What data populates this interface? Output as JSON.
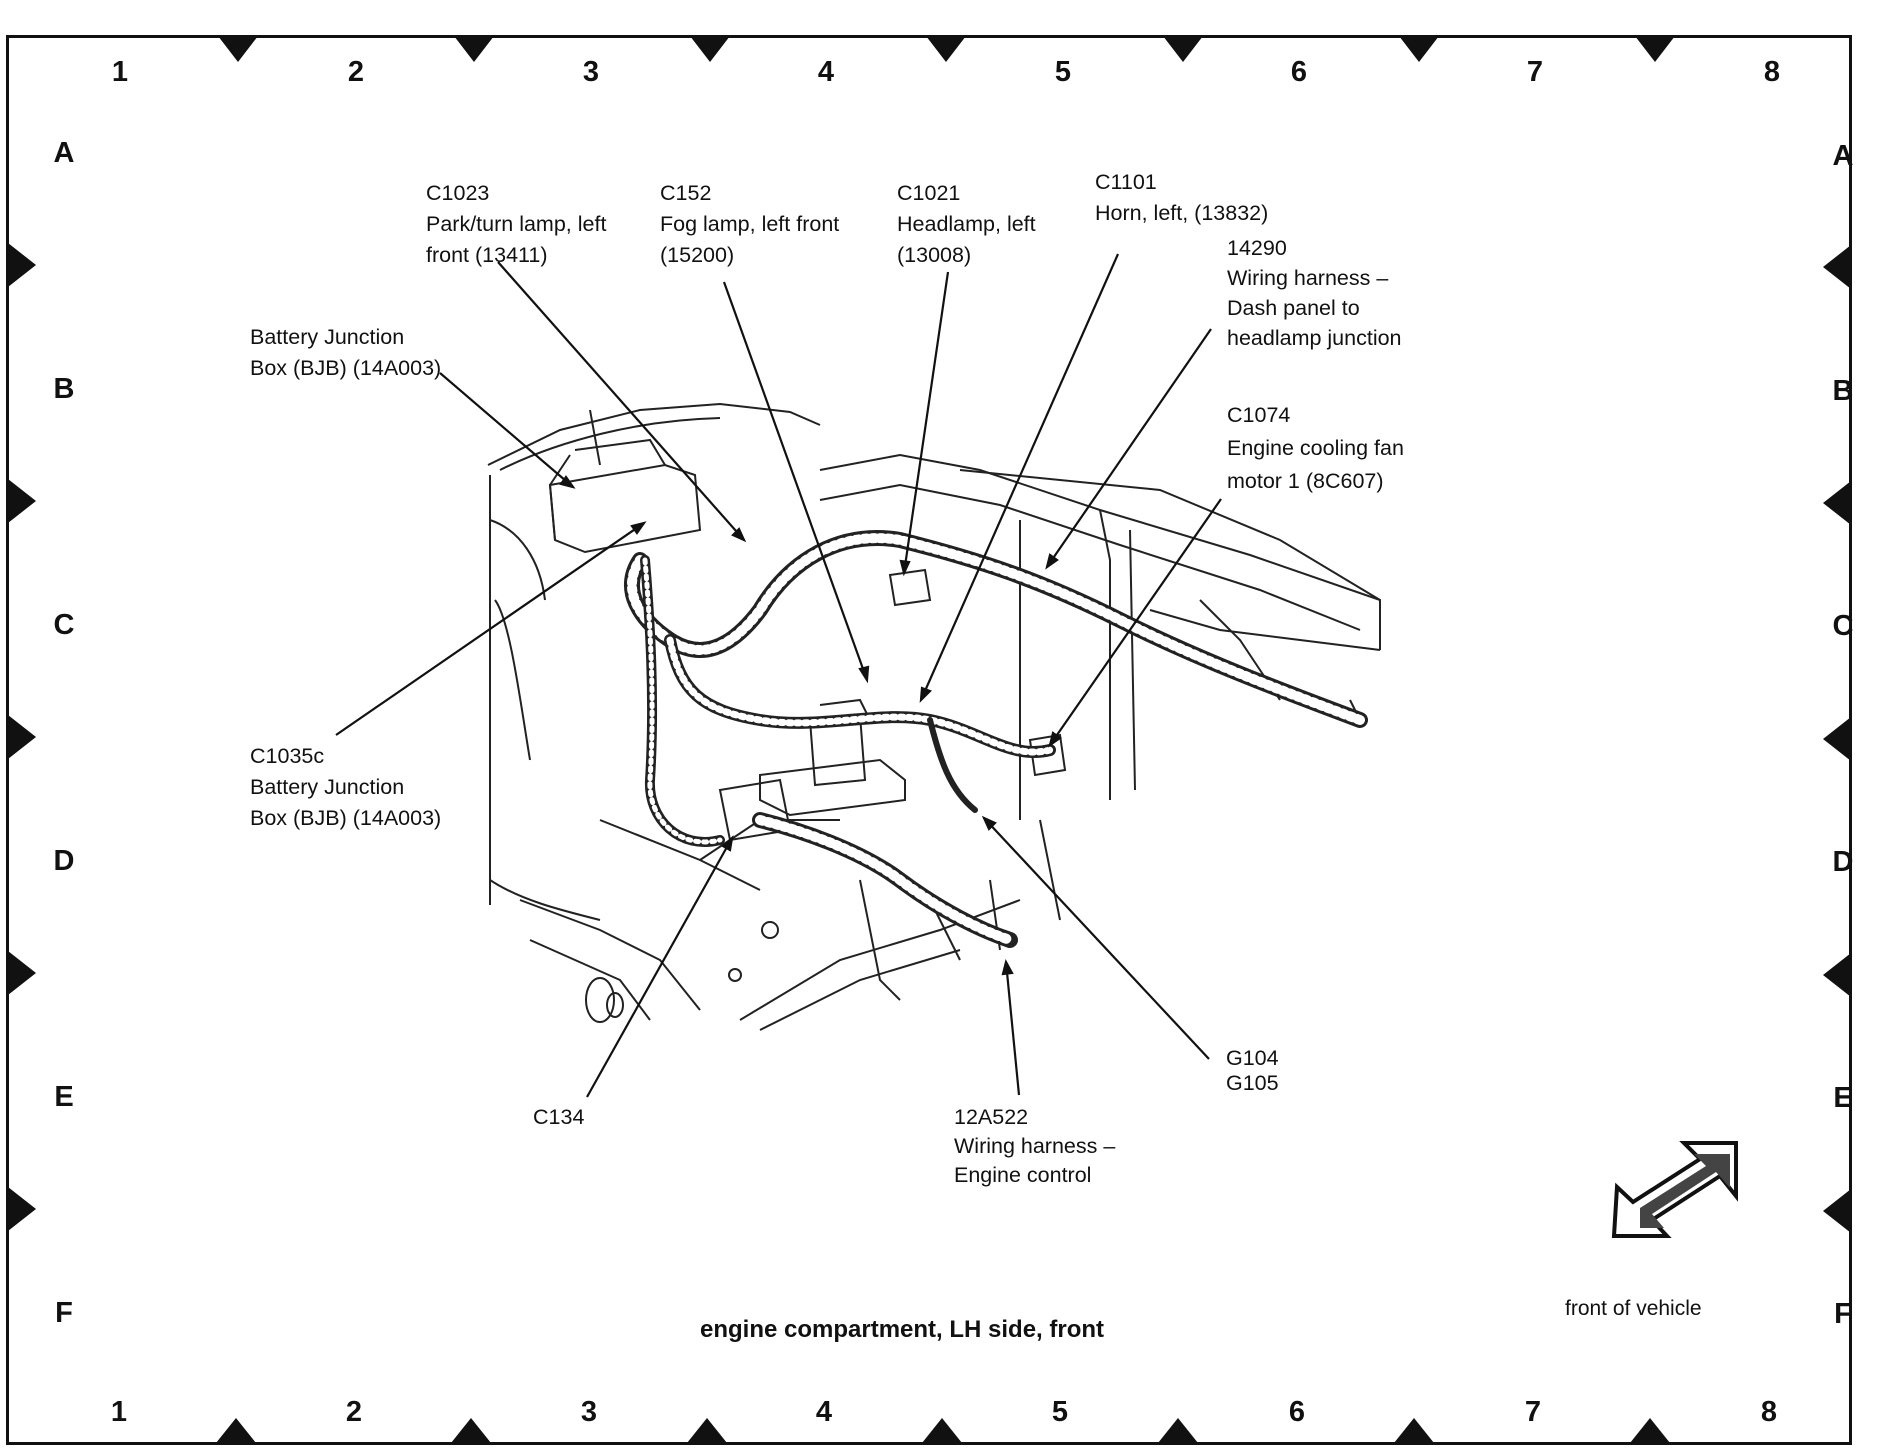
{
  "grid": {
    "top_numbers": [
      "1",
      "2",
      "3",
      "4",
      "5",
      "6",
      "7",
      "8"
    ],
    "bottom_numbers": [
      "1",
      "2",
      "3",
      "4",
      "5",
      "6",
      "7",
      "8"
    ],
    "left_letters": [
      "A",
      "B",
      "C",
      "D",
      "E",
      "F"
    ],
    "right_letters": [
      "A",
      "B",
      "C",
      "D",
      "E",
      "F"
    ]
  },
  "callouts": {
    "c1023": {
      "line1": "C1023",
      "line2": "Park/turn lamp, left",
      "line3": "front (13411)"
    },
    "c152": {
      "line1": "C152",
      "line2": "Fog lamp, left front",
      "line3": "(15200)"
    },
    "c1021": {
      "line1": "C1021",
      "line2": "Headlamp, left",
      "line3": "(13008)"
    },
    "c1101": {
      "line1": "C1101",
      "line2": "Horn, left, (13832)"
    },
    "h14290": {
      "line1": "14290",
      "line2": "Wiring harness –",
      "line3": "Dash panel to",
      "line4": "headlamp junction"
    },
    "bjb": {
      "line1": "Battery Junction",
      "line2": "Box (BJB) (14A003)"
    },
    "c1074": {
      "line1": "C1074",
      "line2": "Engine cooling fan",
      "line3": "motor 1 (8C607)"
    },
    "c1035c": {
      "line1": "C1035c",
      "line2": "Battery Junction",
      "line3": "Box (BJB) (14A003)"
    },
    "c134": {
      "line1": "C134"
    },
    "h12a522": {
      "line1": "12A522",
      "line2": "Wiring harness –",
      "line3": "Engine control"
    },
    "g104": {
      "line1": "G104",
      "line2": "G105"
    }
  },
  "caption": "engine compartment, LH side, front",
  "front_of_vehicle": "front of vehicle"
}
